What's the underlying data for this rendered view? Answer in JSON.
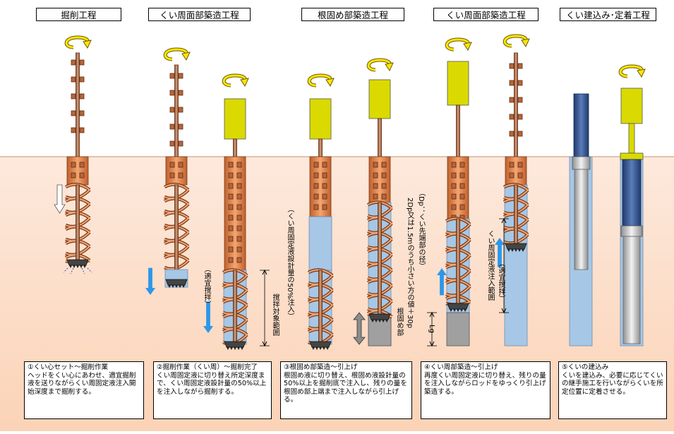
{
  "stages": [
    {
      "title": "掘削工程"
    },
    {
      "title": "くい周面部築造工程"
    },
    {
      "title": "根固め部築造工程"
    },
    {
      "title": "くい周面部築造工程"
    },
    {
      "title": "くい建込み･定着工程"
    }
  ],
  "descriptions": [
    {
      "title": "①くい心セット～掘削作業",
      "body": "ヘッドをくい心にあわせ、適宜掘削液を送りながらくい周固定液注入開始深度まで掘削する。"
    },
    {
      "title": "②掘削作業（くい周）～掘削完了",
      "body": "くい周固定液に切り替え所定深度まで、くい周固定液設計量の50%以上を注入しながら掘削する。"
    },
    {
      "title": "③根固め部築造～引上げ",
      "body": "根固め液に切り替え、根固め液設計量の50%以上を掘削底で注入し、残りの量を根固め部上端まで注入しながら引上げる。"
    },
    {
      "title": "④くい周部築造～引上げ",
      "body": "再度くい周固定液に切り替え、残りの量を注入しながらロッドをゆっくり引上げ築造する。"
    },
    {
      "title": "⑤くいの建込み",
      "body": "くいを建込み、必要に応じてくいの継手施工を行いながらくいを所定位置に定着させる。"
    }
  ],
  "labels": {
    "stir_range": "撹拌対象範囲",
    "pile_fluid_50": "（くい周固定液設計量の50%注入）",
    "stir_appropriate_1": "（適宜撹拌）",
    "nekatame_part": "根固め部",
    "nekatame_formula": "2Dp又は1.5mのうち小さい方の値＋30p",
    "nekatame_note": "（Dp：くい先端部の径）",
    "lg": "Lg",
    "pile_fluid_range": "くい周固定液注入範囲",
    "stir_appropriate_2": "（適宜撹拌）"
  },
  "colors": {
    "soil": "#fbd9c2",
    "fluid_blue": "#a6c7e6",
    "cement_gray": "#a0a0a0",
    "auger_orange": "#e0894e",
    "motor_yellow": "#dada00",
    "pile_navy": "#2f4f8f",
    "arrow_blue": "#2d97ea",
    "rotate_arrow": "#ffe600"
  }
}
